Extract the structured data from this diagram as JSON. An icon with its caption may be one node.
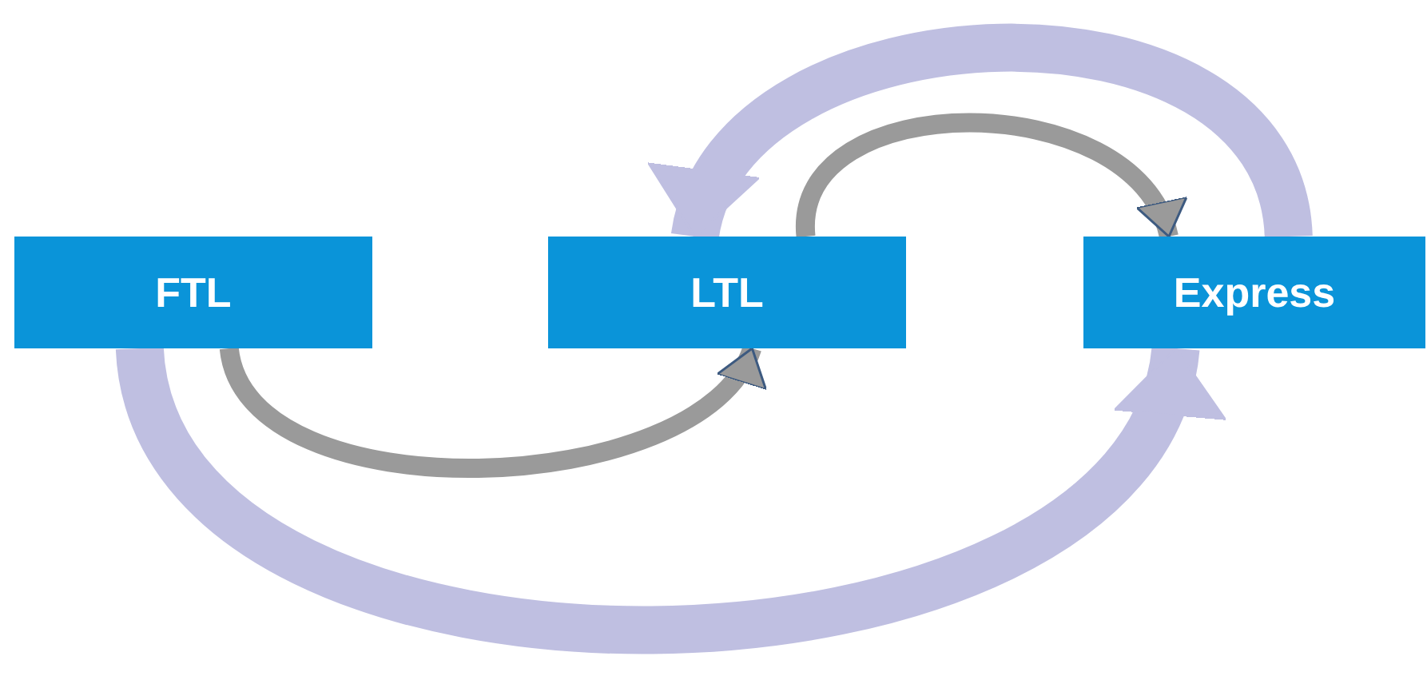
{
  "diagram": {
    "nodes": [
      {
        "text": [
          "FTL"
        ]
      },
      {
        "text": [
          "LTL"
        ]
      },
      {
        "text": [
          "Express"
        ]
      }
    ],
    "edges": [
      {
        "from": 0,
        "to": 1,
        "arrow": "to"
      },
      {
        "from": 1,
        "to": 2,
        "arrow": "to"
      },
      {
        "from": 2,
        "to": 1,
        "arrow": "to",
        "style": "thick",
        "color": "#b4b4dc"
      },
      {
        "from": 0,
        "to": 2,
        "arrow": "to",
        "style": "thick",
        "color": "#b4b4dc"
      }
    ]
  }
}
